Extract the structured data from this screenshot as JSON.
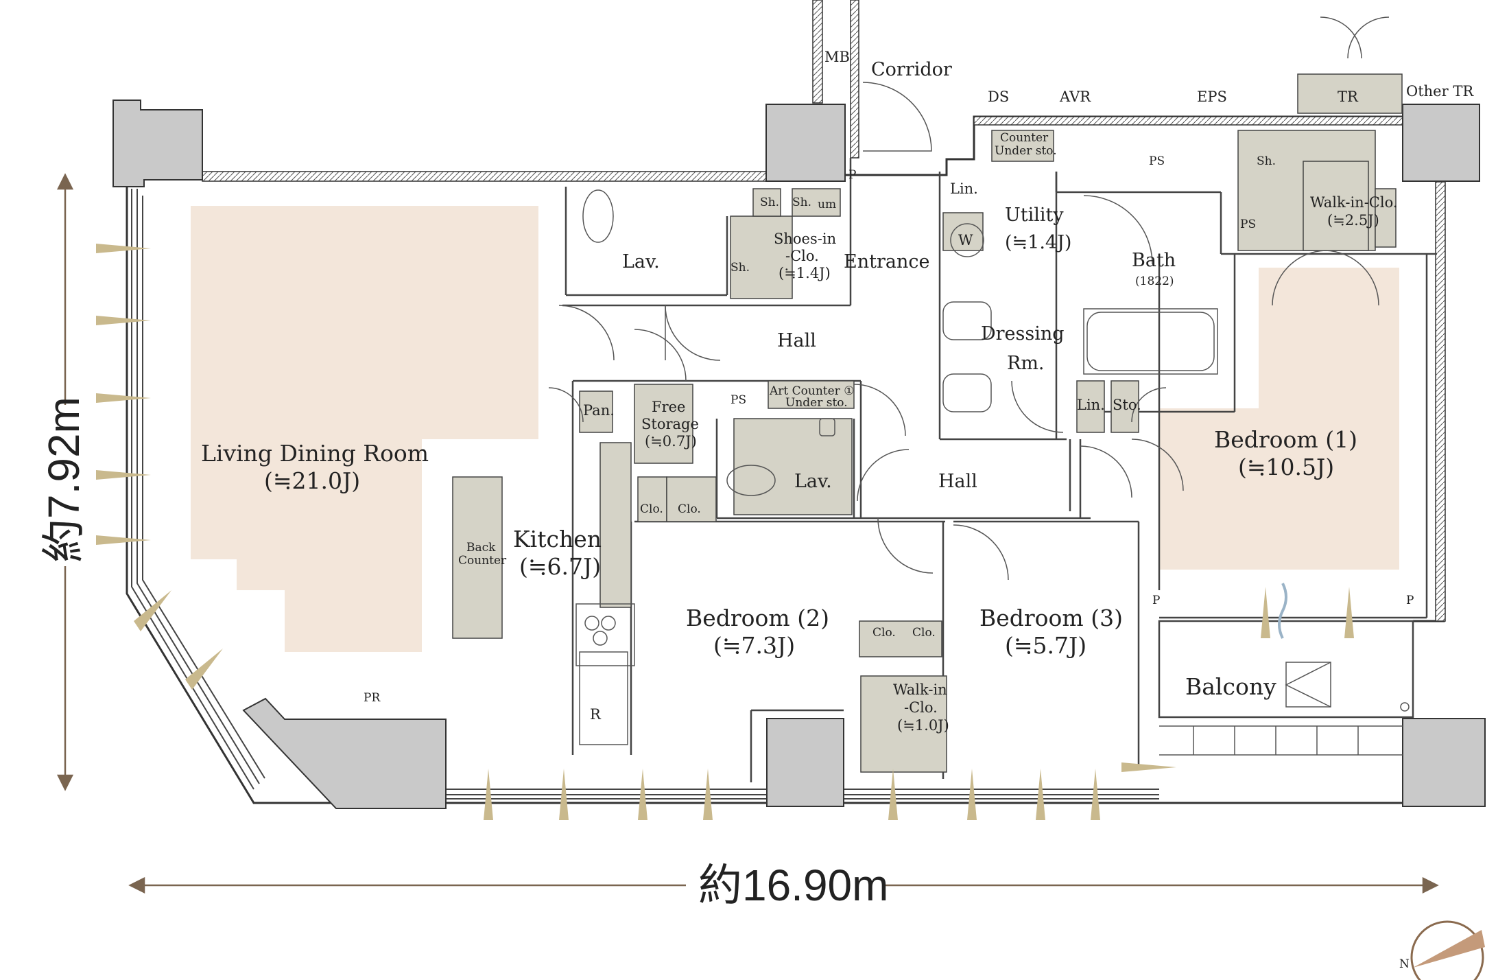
{
  "colors": {
    "wall_column": "#c9c9c9",
    "storage": "#d5d3c7",
    "room_floor": "#f3e6da",
    "window_marker": "#c9b98d",
    "dimension_line": "#7a6550",
    "compass_ring": "#8a6a4e",
    "compass_fill": "#c49a7a"
  },
  "dimensions": {
    "width": "約16.90m",
    "height": "約7.92m"
  },
  "compass": {
    "label": "N"
  },
  "rooms": {
    "corridor": "Corridor",
    "mb": "MB",
    "ds": "DS",
    "avr": "AVR",
    "eps": "EPS",
    "tr": "TR",
    "other_tr": "Other TR",
    "counter_under": [
      "Counter",
      "Under sto."
    ],
    "ps_top": "PS",
    "ps_right": "PS",
    "ps_kitchen": "PS",
    "p_small": "P",
    "sh_a": "Sh.",
    "sh_b": "Sh.",
    "sh_c": "Sh.",
    "sh_walkin": "Sh.",
    "um": "um",
    "shoes_clo": [
      "Shoes-in",
      "-Clo.",
      "(≒1.4J)"
    ],
    "entrance": "Entrance",
    "lin_a": "Lin.",
    "lin_b": "Lin.",
    "w": "W",
    "utility": [
      "Utility",
      "(≒1.4J)"
    ],
    "bath": [
      "Bath",
      "(1822)"
    ],
    "walkin_main": [
      "Walk-in-Clo.",
      "(≒2.5J)"
    ],
    "lav_a": "Lav.",
    "lav_b": "Lav.",
    "hall_a": "Hall",
    "hall_b": "Hall",
    "dressing": [
      "Dressing",
      "Rm."
    ],
    "pan": "Pan.",
    "free_storage": [
      "Free",
      "Storage",
      "(≒0.7J)"
    ],
    "art_counter": [
      "Art Counter ①",
      "Under sto."
    ],
    "sto": "Sto.",
    "ldr": [
      "Living Dining Room",
      "(≒21.0J)"
    ],
    "kitchen": [
      "Kitchen",
      "(≒6.7J)"
    ],
    "back_counter": [
      "Back",
      "Counter"
    ],
    "clo_a": "Clo.",
    "clo_b": "Clo.",
    "clo_c": "Clo.",
    "clo_d": "Clo.",
    "bed1": [
      "Bedroom (1)",
      "(≒10.5J)"
    ],
    "bed2": [
      "Bedroom (2)",
      "(≒7.3J)"
    ],
    "bed3": [
      "Bedroom (3)",
      "(≒5.7J)"
    ],
    "walkin_small": [
      "Walk-in",
      "-Clo.",
      "(≒1.0J)"
    ],
    "r": "R",
    "pr": "PR",
    "p_left": "P",
    "p_right": "P",
    "balcony": "Balcony"
  }
}
